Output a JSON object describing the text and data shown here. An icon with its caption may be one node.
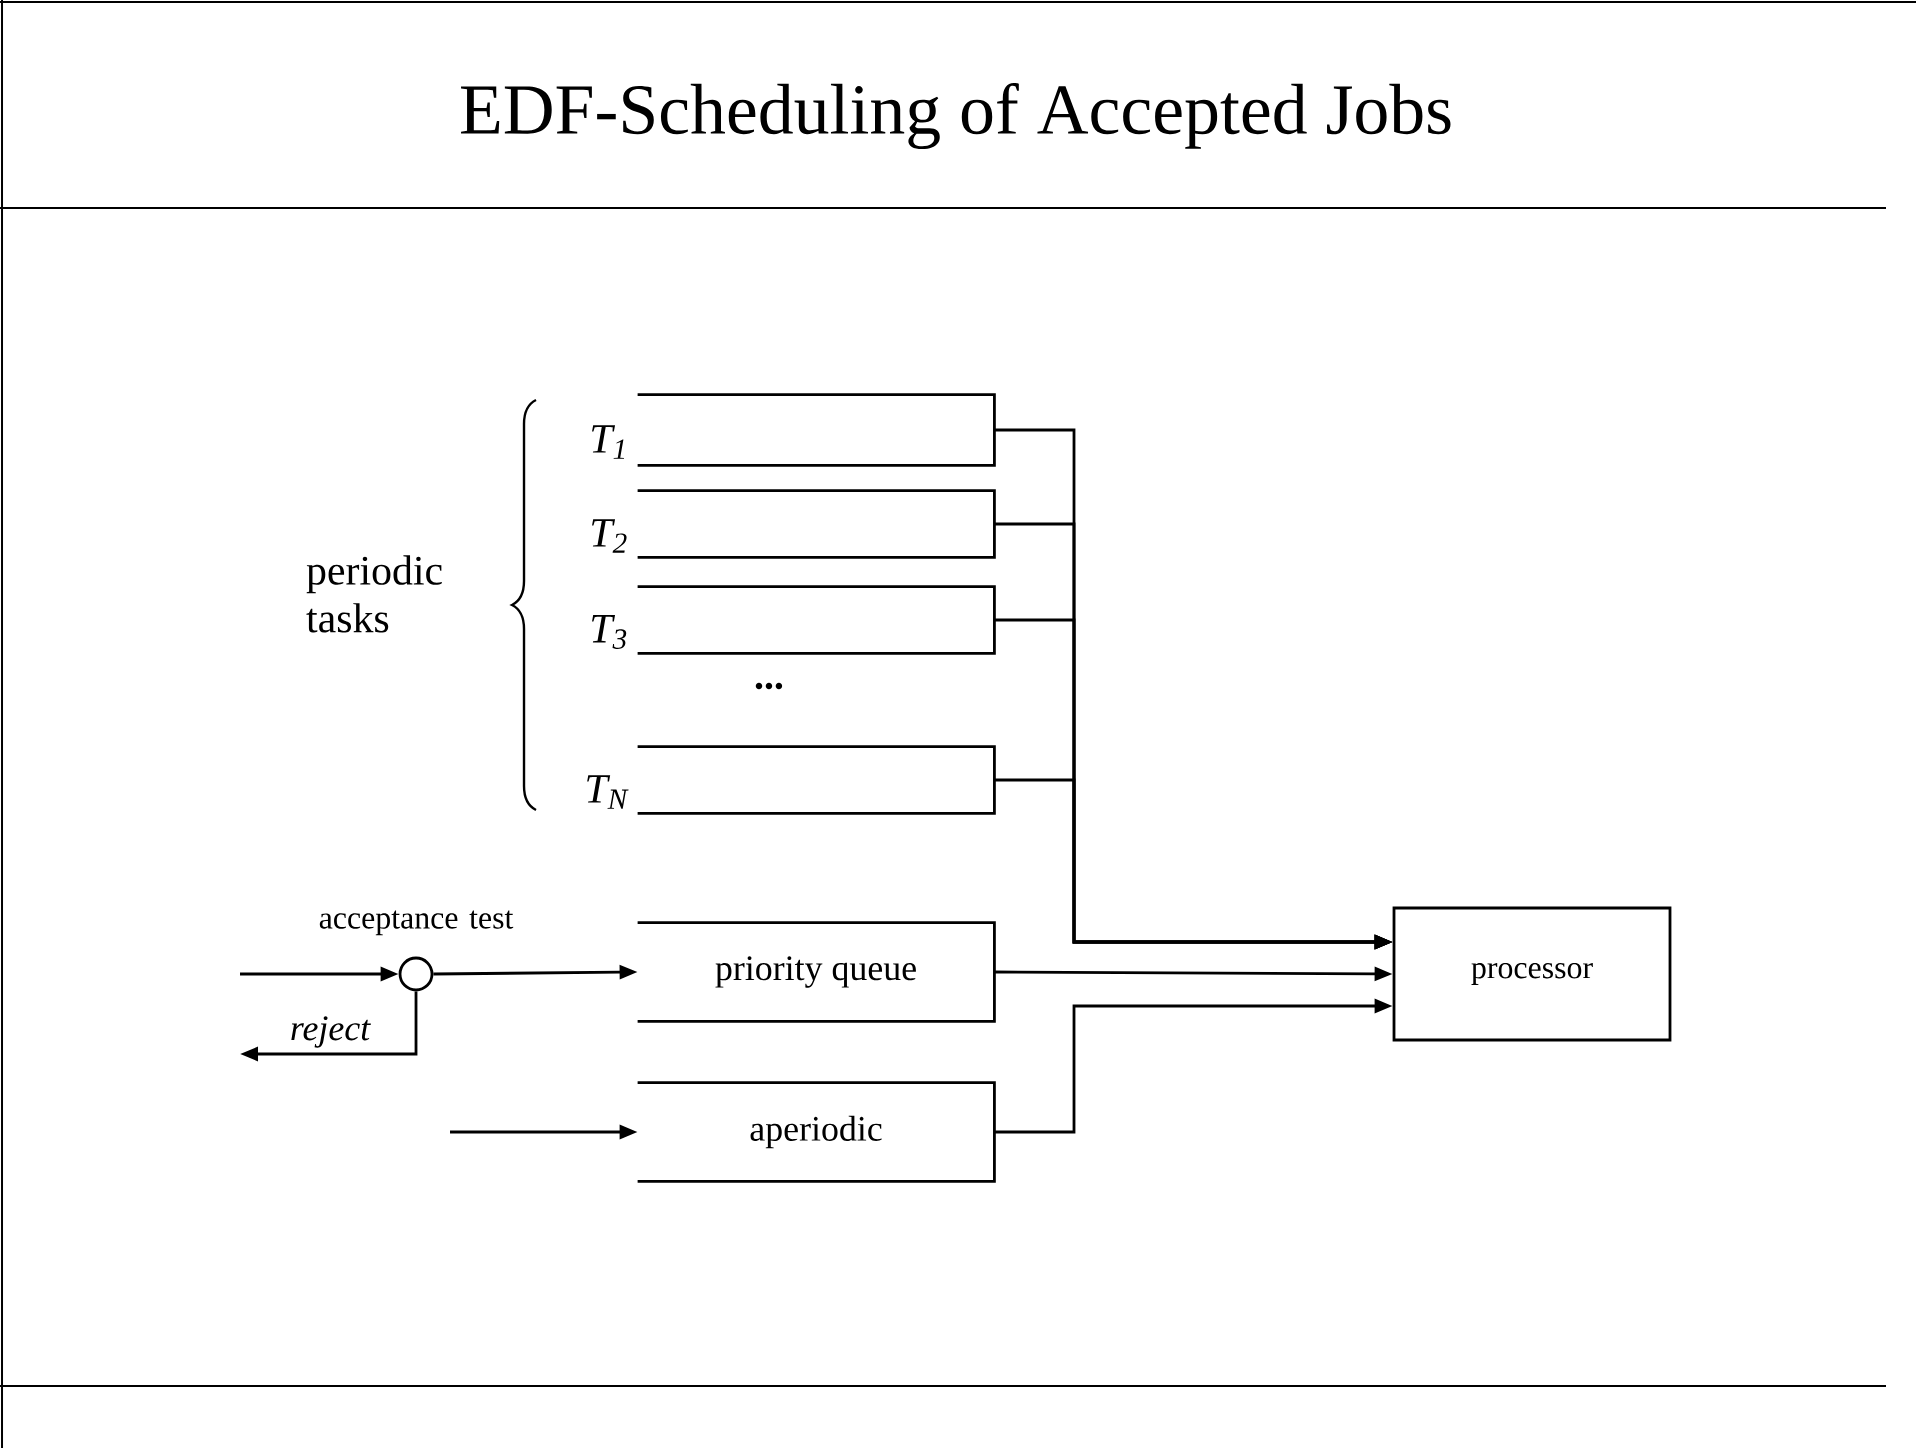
{
  "diagram": {
    "title": "EDF-Scheduling of Accepted Jobs",
    "nodes": [
      {
        "text": [],
        "shape": "box",
        "beside": [
          "T$_{1}$"
        ]
      },
      {
        "text": [],
        "shape": "box",
        "beside": [
          "T$_{2}$"
        ]
      },
      {
        "text": [],
        "shape": "box",
        "beside": [
          "T$_{3}$"
        ]
      },
      {
        "text": [],
        "shape": "box",
        "beside": [
          "T$_{N}$"
        ]
      },
      {
        "text": [],
        "shape": "circle",
        "beside": [
          "acceptance test"
        ]
      },
      {
        "text": [
          "priority queue"
        ]
      },
      {
        "text": [
          "aperiodic"
        ]
      },
      {
        "text": [
          "processor"
        ]
      }
    ],
    "edges": [
      {
        "from": 0,
        "to": 7,
        "arrow": "to"
      },
      {
        "from": 1,
        "to": 7,
        "arrow": "to"
      },
      {
        "from": 2,
        "to": 7,
        "arrow": "to"
      },
      {
        "from": 3,
        "to": 7,
        "arrow": "to"
      },
      {
        "from": null,
        "to": 4,
        "arrow": "to"
      },
      {
        "from": 4,
        "to": 5,
        "arrow": "to"
      },
      {
        "from": 4,
        "to": null,
        "arrow": "to",
        "label": "reject"
      },
      {
        "from": 5,
        "to": 7,
        "arrow": "to"
      },
      {
        "from": 6,
        "to": 7,
        "arrow": "to"
      },
      {
        "from": null,
        "to": 6,
        "arrow": "to"
      }
    ],
    "labels": [
      "periodic tasks",
      "..."
    ]
  }
}
